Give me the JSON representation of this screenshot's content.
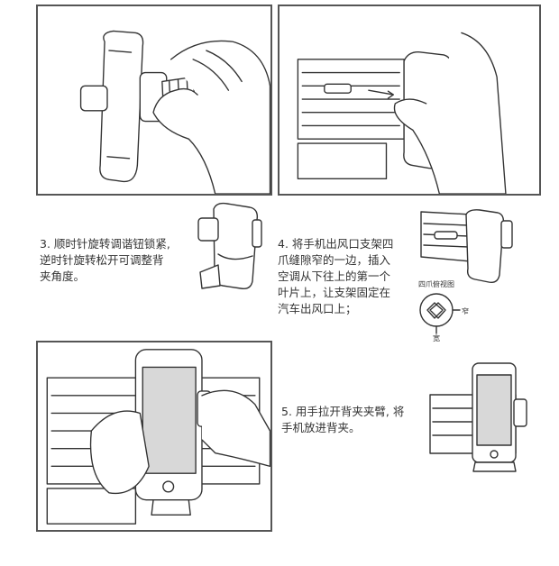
{
  "steps": [
    {
      "number": "3.",
      "text_lines": [
        "3. 顺时针旋转调谐钮锁紧,",
        "逆时针旋转松开可调整背",
        "夹角度。"
      ]
    },
    {
      "number": "4.",
      "text_lines": [
        "4. 将手机出风口支架四",
        "爪缝隙窄的一边，插入",
        "空调从下往上的第一个",
        "叶片上，让支架固定在",
        "汽车出风口上；"
      ]
    },
    {
      "number": "5.",
      "text_lines": [
        "5. 用手拉开背夹夹臂, 将",
        "手机放进背夹。"
      ]
    }
  ],
  "diagram": {
    "title": "四爪俯视图",
    "narrow_label": "窄",
    "wide_label": "宽"
  }
}
